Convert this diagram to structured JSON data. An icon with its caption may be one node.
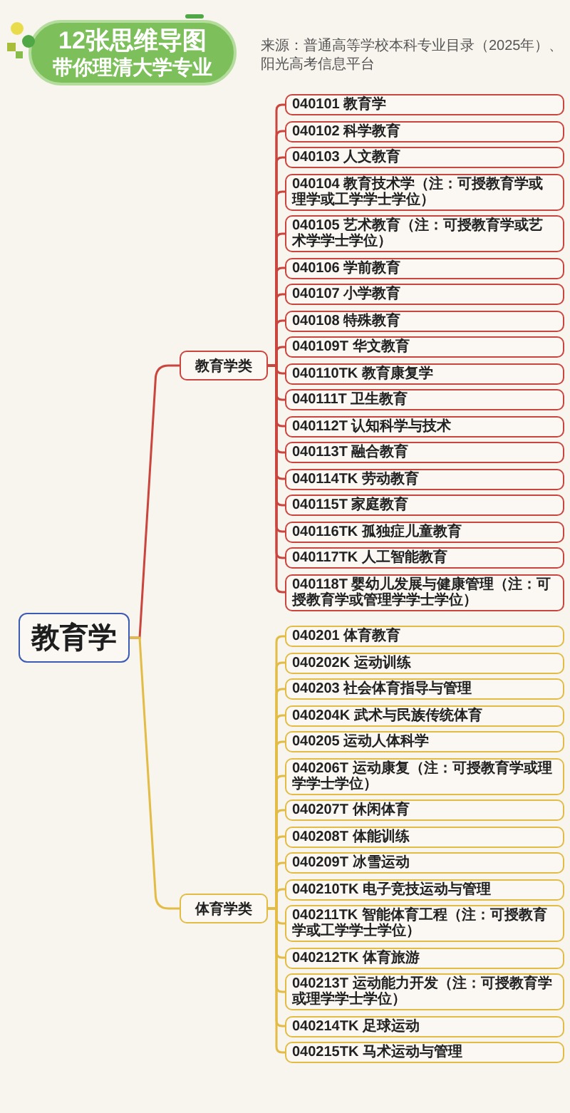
{
  "diagram": {
    "nodes": [
      {
        "text": [
          "12张思维导图",
          "带你理清大学专业"
        ]
      },
      {
        "text": [
          "教育学"
        ]
      },
      {
        "text": [
          "教育学类"
        ]
      },
      {
        "text": [
          "040101 教育学"
        ]
      },
      {
        "text": [
          "040102 科学教育"
        ]
      },
      {
        "text": [
          "040103 人文教育"
        ]
      },
      {
        "text": [
          "040104 教育技术学（注：可授教育学或理学或工学学士学位）"
        ]
      },
      {
        "text": [
          "040105 艺术教育（注：可授教育学或艺术学学士学位）"
        ]
      },
      {
        "text": [
          "040106 学前教育"
        ]
      },
      {
        "text": [
          "040107 小学教育"
        ]
      },
      {
        "text": [
          "040108 特殊教育"
        ]
      },
      {
        "text": [
          "040109T 华文教育"
        ]
      },
      {
        "text": [
          "040110TK 教育康复学"
        ]
      },
      {
        "text": [
          "040111T 卫生教育"
        ]
      },
      {
        "text": [
          "040112T 认知科学与技术"
        ]
      },
      {
        "text": [
          "040113T 融合教育"
        ]
      },
      {
        "text": [
          "040114TK 劳动教育"
        ]
      },
      {
        "text": [
          "040115T 家庭教育"
        ]
      },
      {
        "text": [
          "040116TK 孤独症儿童教育"
        ]
      },
      {
        "text": [
          "040117TK 人工智能教育"
        ]
      },
      {
        "text": [
          "040118T 婴幼儿发展与健康管理（注：可授教育学或管理学学士学位）"
        ]
      },
      {
        "text": [
          "体育学类"
        ]
      },
      {
        "text": [
          "040201 体育教育"
        ]
      },
      {
        "text": [
          "040202K 运动训练"
        ]
      },
      {
        "text": [
          "040203 社会体育指导与管理"
        ]
      },
      {
        "text": [
          "040204K 武术与民族传统体育"
        ]
      },
      {
        "text": [
          "040205 运动人体科学"
        ]
      },
      {
        "text": [
          "040206T 运动康复（注：可授教育学或理学学士学位）"
        ]
      },
      {
        "text": [
          "040207T 休闲体育"
        ]
      },
      {
        "text": [
          "040208T 体能训练"
        ]
      },
      {
        "text": [
          "040209T 冰雪运动"
        ]
      },
      {
        "text": [
          "040210TK 电子竞技运动与管理"
        ]
      },
      {
        "text": [
          "040211TK 智能体育工程（注：可授教育学或工学学士学位）"
        ]
      },
      {
        "text": [
          "040212TK 体育旅游"
        ]
      },
      {
        "text": [
          "040213T 运动能力开发（注：可授教育学或理学学士学位）"
        ]
      },
      {
        "text": [
          "040214TK 足球运动"
        ]
      },
      {
        "text": [
          "040215TK 马术运动与管理"
        ]
      }
    ],
    "edges": [
      {
        "from": 1,
        "to": 2,
        "arrow": "none"
      },
      {
        "from": 1,
        "to": 21,
        "arrow": "none",
        "color": "#e2bc45"
      },
      {
        "from": 2,
        "to": 3,
        "arrow": "none"
      },
      {
        "from": 2,
        "to": 4,
        "arrow": "none"
      },
      {
        "from": 2,
        "to": 5,
        "arrow": "none"
      },
      {
        "from": 2,
        "to": 6,
        "arrow": "none"
      },
      {
        "from": 2,
        "to": 7,
        "arrow": "none"
      },
      {
        "from": 2,
        "to": 8,
        "arrow": "none"
      },
      {
        "from": 2,
        "to": 9,
        "arrow": "none"
      },
      {
        "from": 2,
        "to": 10,
        "arrow": "none"
      },
      {
        "from": 2,
        "to": 11,
        "arrow": "none"
      },
      {
        "from": 2,
        "to": 12,
        "arrow": "none"
      },
      {
        "from": 2,
        "to": 13,
        "arrow": "none"
      },
      {
        "from": 2,
        "to": 14,
        "arrow": "none"
      },
      {
        "from": 2,
        "to": 15,
        "arrow": "none"
      },
      {
        "from": 2,
        "to": 16,
        "arrow": "none"
      },
      {
        "from": 2,
        "to": 17,
        "arrow": "none"
      },
      {
        "from": 2,
        "to": 18,
        "arrow": "none"
      },
      {
        "from": 2,
        "to": 19,
        "arrow": "none"
      },
      {
        "from": 2,
        "to": 20,
        "arrow": "none"
      },
      {
        "from": 21,
        "to": 22,
        "arrow": "none",
        "color": "#e2bc45"
      },
      {
        "from": 21,
        "to": 23,
        "arrow": "none",
        "color": "#e2bc45"
      },
      {
        "from": 21,
        "to": 24,
        "arrow": "none",
        "color": "#e2bc45"
      },
      {
        "from": 21,
        "to": 25,
        "arrow": "none",
        "color": "#e2bc45"
      },
      {
        "from": 21,
        "to": 26,
        "arrow": "none",
        "color": "#e2bc45"
      },
      {
        "from": 21,
        "to": 27,
        "arrow": "none",
        "color": "#e2bc45"
      },
      {
        "from": 21,
        "to": 28,
        "arrow": "none",
        "color": "#e2bc45"
      },
      {
        "from": 21,
        "to": 29,
        "arrow": "none",
        "color": "#e2bc45"
      },
      {
        "from": 21,
        "to": 30,
        "arrow": "none",
        "color": "#e2bc45"
      },
      {
        "from": 21,
        "to": 31,
        "arrow": "none",
        "color": "#e2bc45"
      },
      {
        "from": 21,
        "to": 32,
        "arrow": "none",
        "color": "#e2bc45"
      },
      {
        "from": 21,
        "to": 33,
        "arrow": "none",
        "color": "#e2bc45"
      },
      {
        "from": 21,
        "to": 34,
        "arrow": "none",
        "color": "#e2bc45"
      },
      {
        "from": 21,
        "to": 35,
        "arrow": "none",
        "color": "#e2bc45"
      },
      {
        "from": 21,
        "to": 36,
        "arrow": "none",
        "color": "#e2bc45"
      }
    ],
    "labels": [
      "来源：普通高等学校本科专业目录（2025年）、阳光高考信息平台"
    ]
  }
}
